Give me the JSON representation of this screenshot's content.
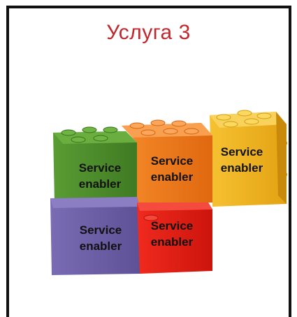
{
  "slide": {
    "title": "Услуга 3"
  },
  "blocks": [
    {
      "color": "green",
      "hex": "#4f8f2e",
      "label_line1": "Service",
      "label_line2": "enabler"
    },
    {
      "color": "orange",
      "hex": "#f07a1e",
      "label_line1": "Service",
      "label_line2": "enabler"
    },
    {
      "color": "yellow",
      "hex": "#f2b51b",
      "label_line1": "Service",
      "label_line2": "enabler"
    },
    {
      "color": "purple",
      "hex": "#7063a8",
      "label_line1": "Service",
      "label_line2": "enabler"
    },
    {
      "color": "red",
      "hex": "#e82018",
      "label_line1": "Service",
      "label_line2": "enabler"
    }
  ]
}
